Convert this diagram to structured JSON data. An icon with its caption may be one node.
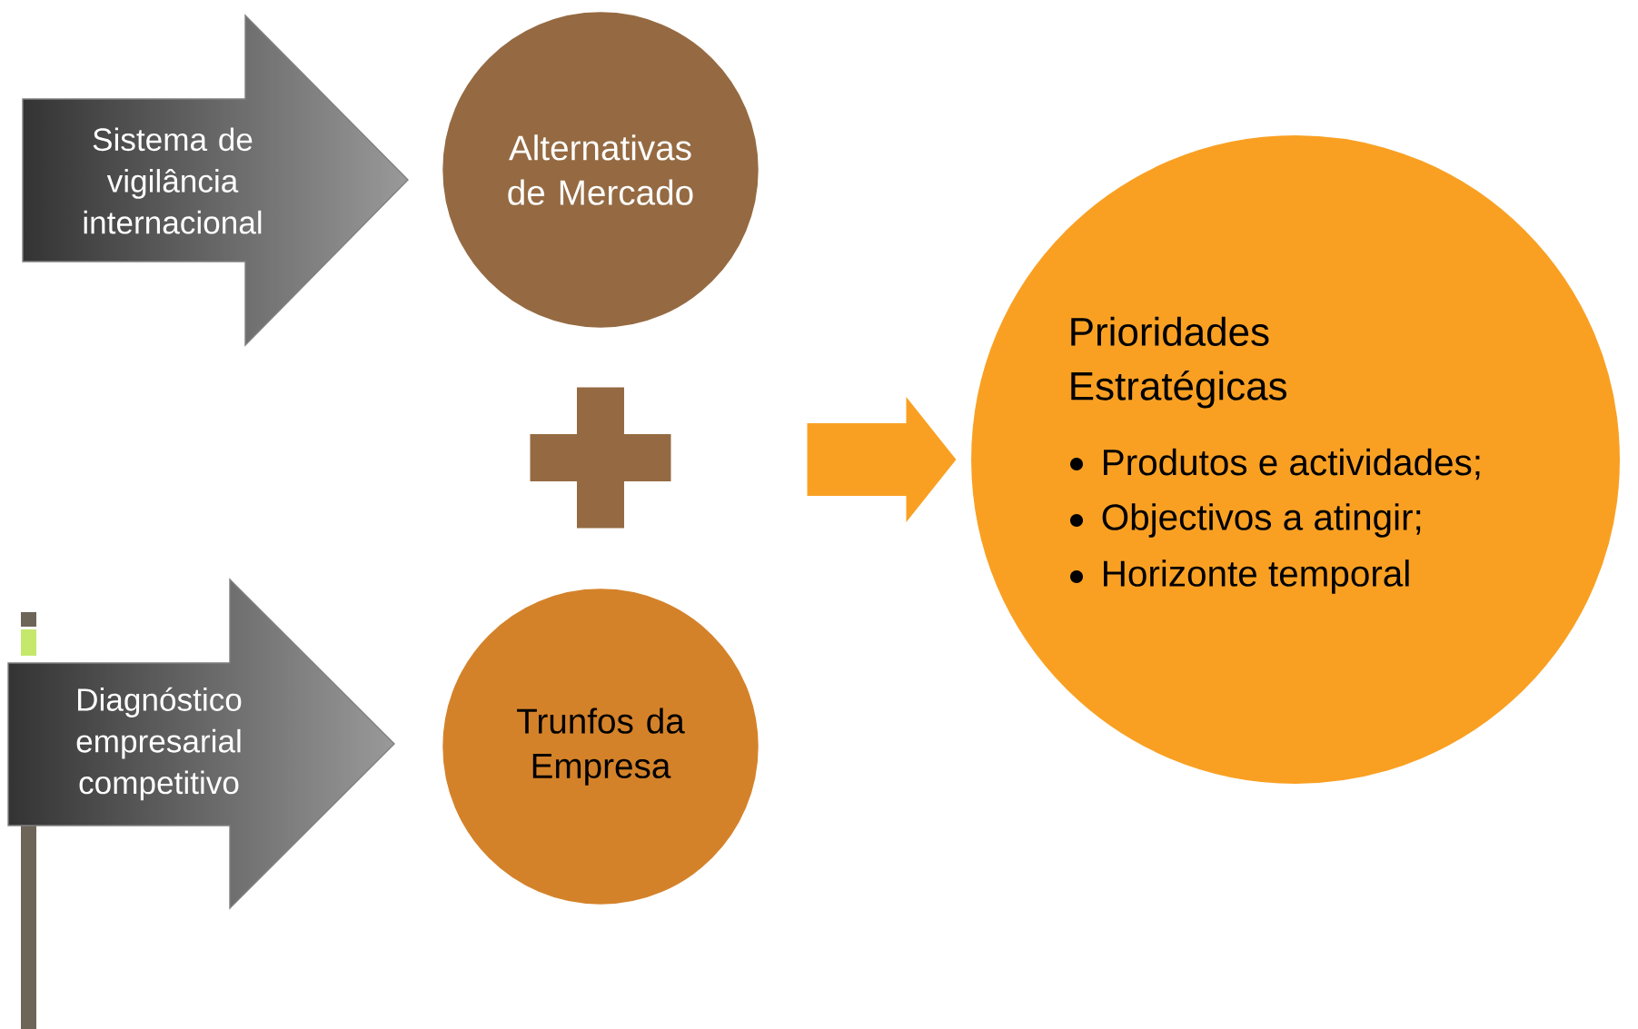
{
  "diagram": {
    "nodes": [
      {
        "text": [
          "Sistema de vigilância internacional"
        ]
      },
      {
        "text": [
          "Alternativas de Mercado"
        ]
      },
      {
        "text": [],
        "shape": "plus"
      },
      {
        "text": [
          "Diagnóstico empresarial competitivo"
        ]
      },
      {
        "text": [
          "Trunfos da Empresa"
        ]
      },
      {
        "text": [
          "Prioridades Estratégicas",
          "Produtos e actividades;",
          "Objectivos a atingir;",
          "Horizonte temporal"
        ]
      }
    ],
    "edges": [
      {
        "from": null,
        "to": 5,
        "arrow": "to"
      }
    ]
  }
}
